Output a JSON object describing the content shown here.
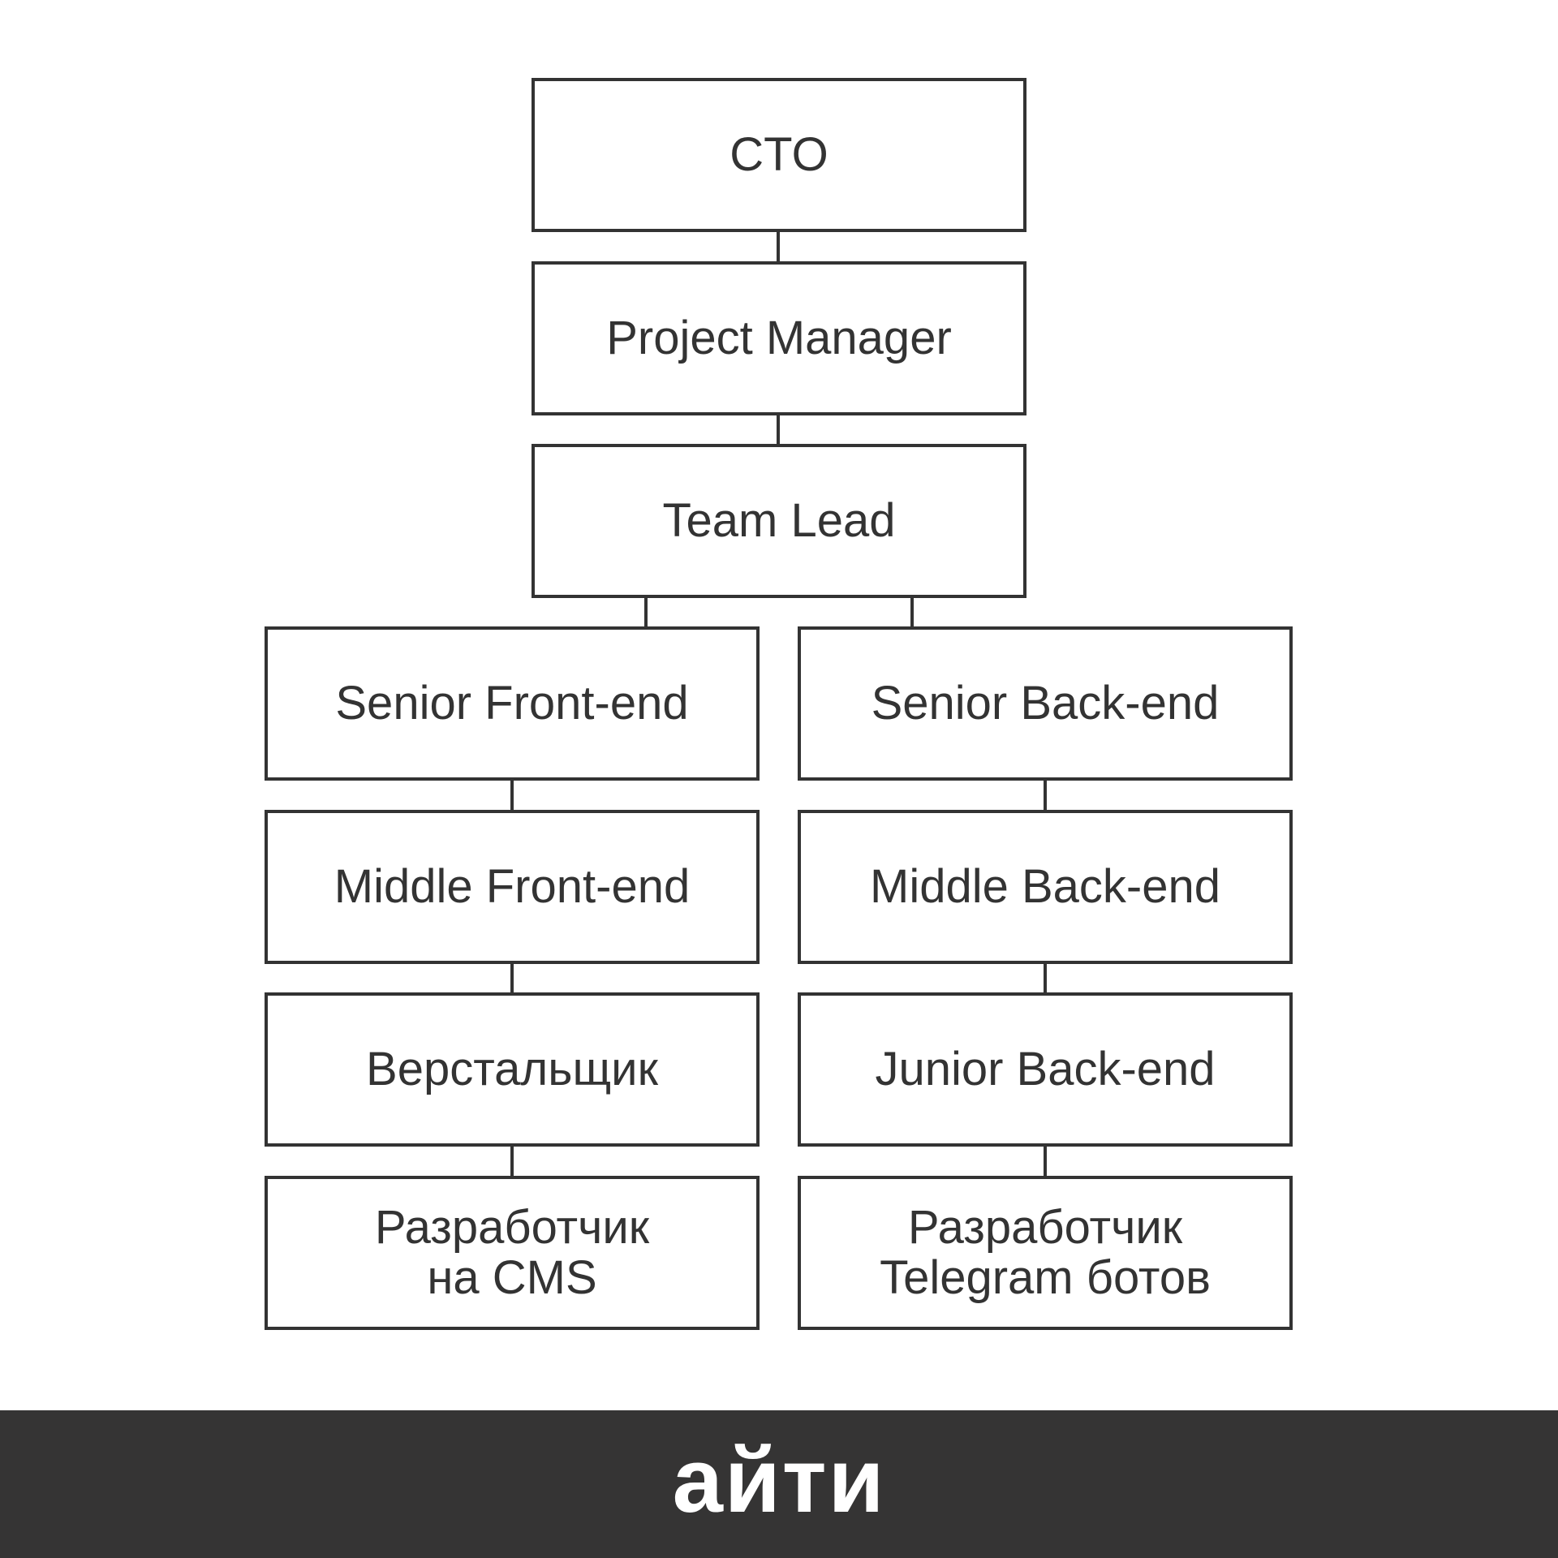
{
  "diagram": {
    "nodes": {
      "cto": "CTO",
      "pm": "Project Manager",
      "teamlead": "Team Lead",
      "senior_front": "Senior Front-end",
      "middle_front": "Middle Front-end",
      "verstalshchik": "Верстальщик",
      "cms_dev": "Разработчик\nна CMS",
      "senior_back": "Senior Back-end",
      "middle_back": "Middle Back-end",
      "junior_back": "Junior Back-end",
      "telegram_dev": "Разработчик\nTelegram ботов"
    }
  },
  "footer": {
    "brand": "айти"
  },
  "colors": {
    "stroke": "#333333",
    "footer_bg": "#353434",
    "footer_text": "#ffffff",
    "background": "#ffffff"
  }
}
